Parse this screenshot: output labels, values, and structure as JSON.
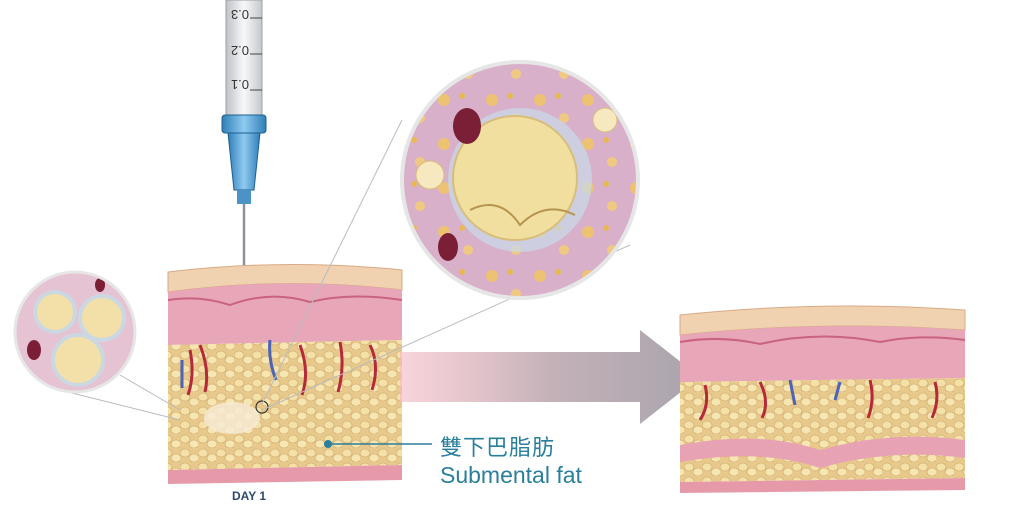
{
  "labels": {
    "fat_label_cn": "雙下巴脂肪",
    "fat_label_en": "Submental fat",
    "day_label": "DAY 1"
  },
  "syringe_scale": [
    "0.3",
    "0.2",
    "0.1"
  ],
  "colors": {
    "label_text": "#2a7f9c",
    "day_text": "#2b4a6e",
    "arrow": "#a9a4ad",
    "needle_hub": "#5aa7d8",
    "dermis": "#e7a9b8",
    "epidermis": "#e9c6a6",
    "fat": "#efd49a",
    "fat_cell": "#f3e3a9",
    "vessel": "#b52a3a"
  }
}
